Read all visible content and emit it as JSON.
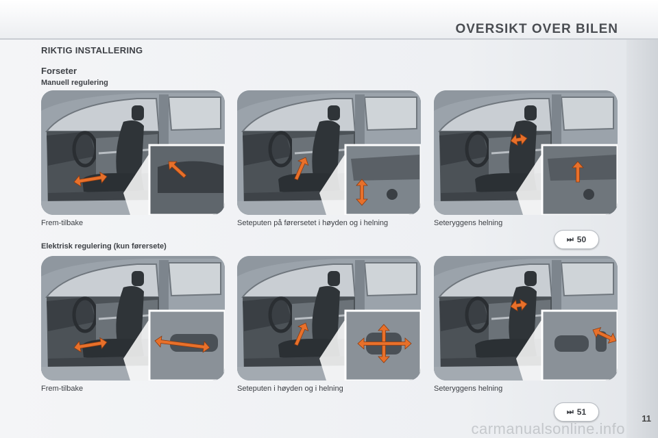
{
  "header": {
    "title": "OVERSIKT OVER BILEN"
  },
  "section": {
    "title": "RIKTIG INSTALLERING",
    "subtitle": "Forseter"
  },
  "manual": {
    "title": "Manuell regulering",
    "captions": [
      "Frem-tilbake",
      "Seteputen på førersetet i høyden og i helning",
      "Seteryggens helning"
    ]
  },
  "electric": {
    "title": "Elektrisk regulering (kun førersete)",
    "captions": [
      "Frem-tilbake",
      "Seteputen i høyden og i helning",
      "Seteryggens helning"
    ]
  },
  "refs": {
    "ref1": "50",
    "ref2": "51",
    "icon": "fast-forward-icon"
  },
  "page": {
    "number": "11",
    "watermark": "carmanualsonline.info"
  },
  "colors": {
    "accent_arrow": "#e8702a",
    "panel_bg": "#8d969e"
  }
}
